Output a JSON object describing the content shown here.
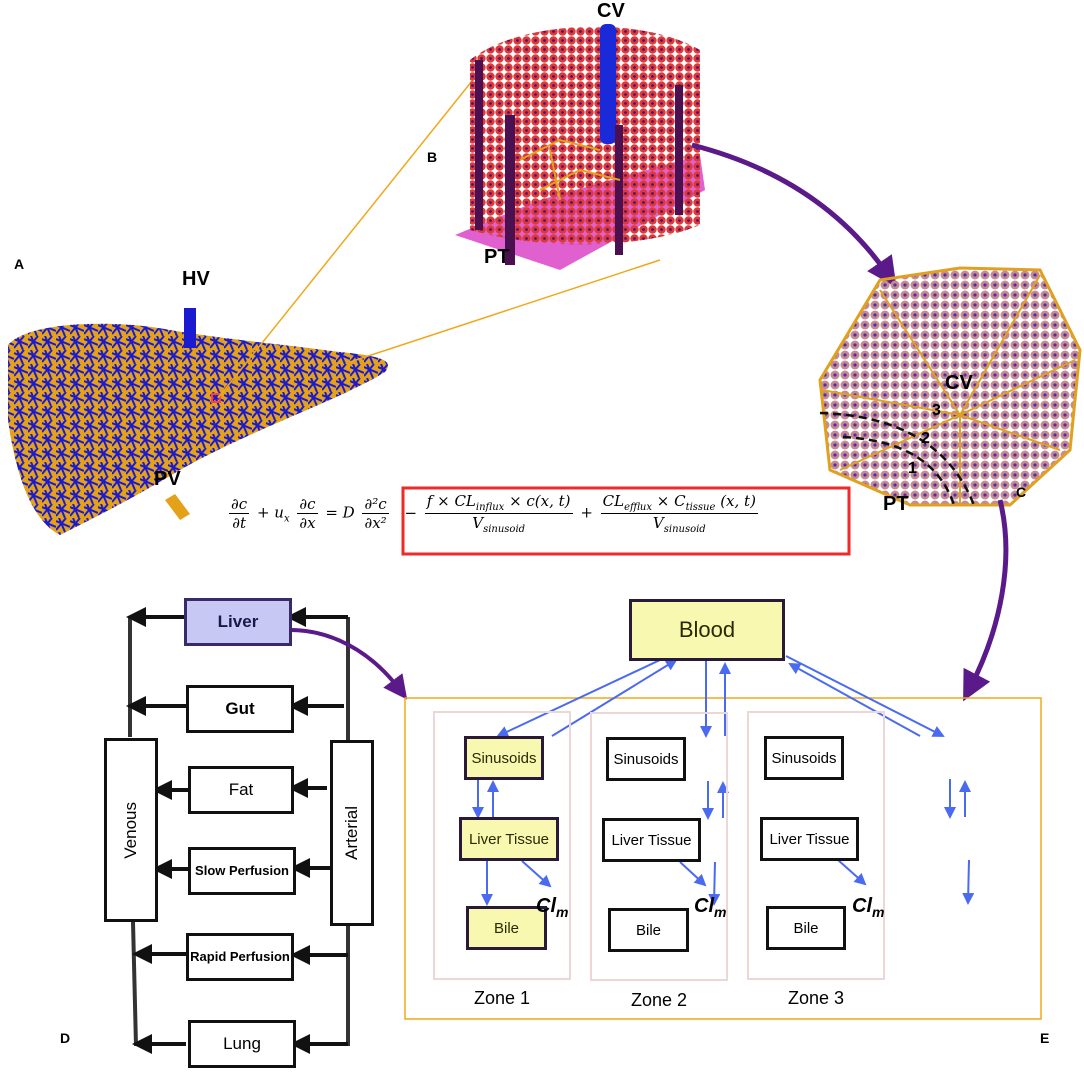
{
  "panels": {
    "A": "A",
    "B": "B",
    "C": "C",
    "D": "D",
    "E": "E"
  },
  "panel_A": {
    "labels": {
      "hv": "HV",
      "pv": "PV"
    },
    "colors": {
      "portal_vein": "#e3a21a",
      "hepatic_vein": "#1a1ad0",
      "highlight": "#ff4040"
    }
  },
  "panel_B": {
    "labels": {
      "cv": "CV",
      "pt": "PT"
    },
    "colors": {
      "hepatocytes": "#d83030",
      "central_vein": "#1a2ad8",
      "portal_tract": "#4a1050",
      "base": "#e060d0"
    }
  },
  "panel_C": {
    "labels": {
      "cv": "CV",
      "pt": "PT",
      "zone1": "1",
      "zone2": "2",
      "zone3": "3"
    },
    "colors": {
      "cells": "#b07880",
      "sinusoids": "#e0a020"
    }
  },
  "equation": {
    "lhs_t_num": "∂c",
    "lhs_t_den": "∂t",
    "plus_ux": "+ u",
    "ux_sub": "x",
    "lhs_x_num": "∂c",
    "lhs_x_den": "∂x",
    "eq_D": "= D",
    "diff_num": "∂²c",
    "diff_den": "∂x²",
    "minus": "−",
    "influx_num": "f × CL",
    "influx_sub": "influx",
    "influx_tail": " × c(x, t)",
    "vol": "V",
    "vol_sub": "sinusoid",
    "plus": "+",
    "efflux_num": "CL",
    "efflux_sub": "efflux",
    "efflux_mid": " × C",
    "tissue_sub": "tissue",
    "efflux_tail": " (x, t)",
    "box_color": "#ee2a2a"
  },
  "panel_D": {
    "compartments": [
      "Liver",
      "Gut",
      "Fat",
      "Slow Perfusion",
      "Rapid Perfusion",
      "Lung"
    ],
    "venous": "Venous",
    "arterial": "Arterial"
  },
  "panel_E": {
    "blood": "Blood",
    "zones": [
      {
        "name": "Zone 1",
        "sinusoids": "Sinusoids",
        "tissue": "Liver Tissue",
        "bile": "Bile",
        "clm": "Cl",
        "clm_sub": "m"
      },
      {
        "name": "Zone 2",
        "sinusoids": "Sinusoids",
        "tissue": "Liver Tissue",
        "bile": "Bile",
        "clm": "Cl",
        "clm_sub": "m"
      },
      {
        "name": "Zone 3",
        "sinusoids": "Sinusoids",
        "tissue": "Liver Tissue",
        "bile": "Bile",
        "clm": "Cl",
        "clm_sub": "m"
      }
    ],
    "colors": {
      "frame": "#f0a818",
      "arrows": "#4a6af0",
      "highlight": "#f8f8b0",
      "connector": "#5a1a8a"
    }
  }
}
